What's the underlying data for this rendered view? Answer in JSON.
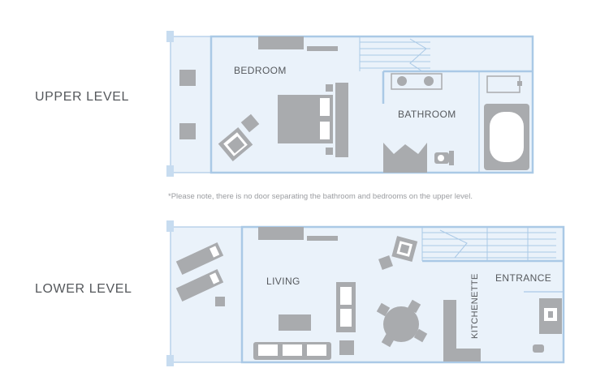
{
  "levels": {
    "upper": {
      "label": "UPPER LEVEL"
    },
    "lower": {
      "label": "LOWER LEVEL"
    }
  },
  "rooms": {
    "bedroom": "BEDROOM",
    "bathroom": "BATHROOM",
    "living": "LIVING",
    "kitchenette": "KITCHENETTE",
    "entrance": "ENTRANCE"
  },
  "note": "*Please note, there is no door separating the bathroom and bedrooms on the upper level.",
  "colors": {
    "wall": "#aac9e6",
    "floor": "#eaf2fa",
    "furniture": "#a9abae",
    "text": "#56595d"
  }
}
